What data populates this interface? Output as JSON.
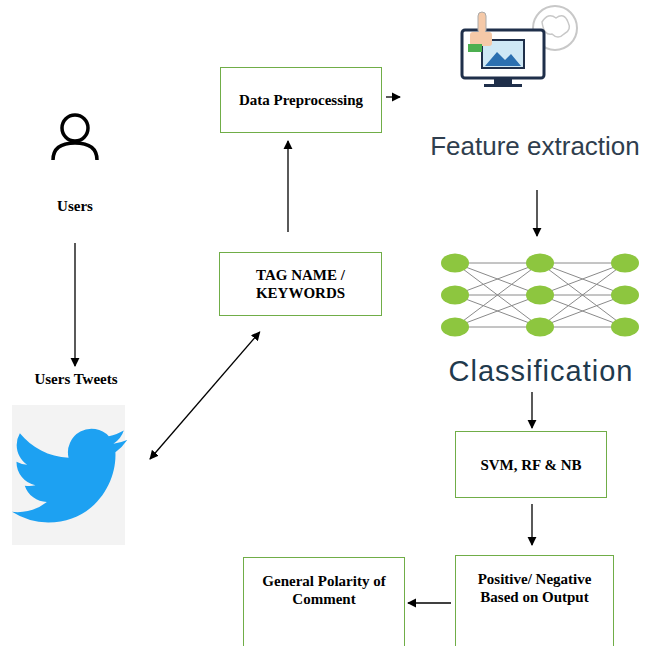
{
  "diagram": {
    "nodes": [
      {
        "text": [
          "Users"
        ]
      },
      {
        "text": [
          "Users Tweets"
        ]
      },
      {
        "text": [
          "Data Preprocessing"
        ]
      },
      {
        "text": [
          "TAG NAME / KEYWORDS"
        ]
      },
      {
        "text": [
          "Feature extraction"
        ]
      },
      {
        "text": [
          "Classification"
        ]
      },
      {
        "text": [
          "SVM, RF & NB"
        ]
      },
      {
        "text": [
          "General Polarity of Comment"
        ]
      },
      {
        "text": [
          "Positive/ Negative Based on Output"
        ]
      }
    ],
    "edges": [
      {
        "from": 0,
        "to": 1,
        "arrow": "to"
      },
      {
        "from": 1,
        "to": 3,
        "arrow": "both"
      },
      {
        "from": 3,
        "to": 2,
        "arrow": "to"
      },
      {
        "from": 2,
        "to": 4,
        "arrow": "to"
      },
      {
        "from": 4,
        "to": 5,
        "arrow": "to"
      },
      {
        "from": 5,
        "to": 6,
        "arrow": "to"
      },
      {
        "from": 6,
        "to": 8,
        "arrow": "to"
      },
      {
        "from": 8,
        "to": 7,
        "arrow": "to"
      }
    ]
  }
}
